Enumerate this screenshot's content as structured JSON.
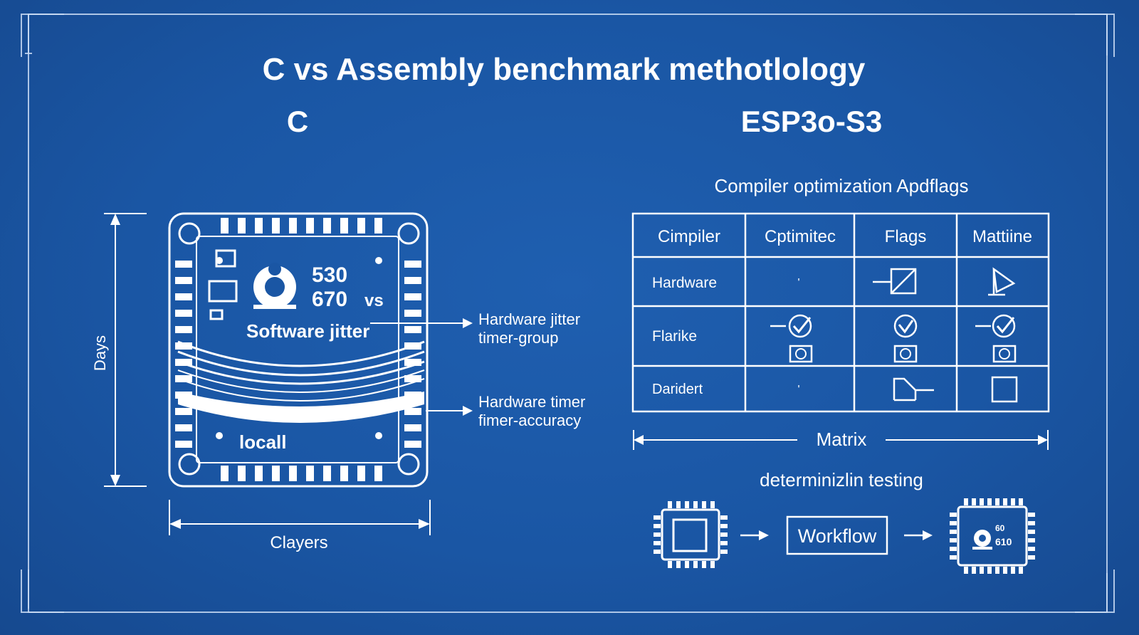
{
  "title": "C vs Assembly benchmark methotlology",
  "left_heading": "C",
  "right_heading": "ESP3o-S3",
  "board": {
    "chip_line1": "530",
    "chip_line2": "670",
    "chip_vs": "vs",
    "software_label": "Software jitter",
    "bottom_label": "locall",
    "dim_vertical": "Days",
    "dim_horizontal": "Clayers"
  },
  "callouts": [
    {
      "line1": "Hardware jitter",
      "line2": "timer-group"
    },
    {
      "line1": "Hardware timer",
      "line2": "fimer-accuracy"
    }
  ],
  "table": {
    "caption": "Compiler optimization Apdflags",
    "headers": [
      "Cimpiler",
      "Cptimitec",
      "Flags",
      "Mattiine"
    ],
    "rows": [
      {
        "label": "Hardware",
        "cells": [
          "'",
          "box-diagonal-icon",
          "triangle-flag-icon"
        ]
      },
      {
        "label": "Flarike",
        "cells": [
          "check-dash-icon",
          "check-icon",
          "check-dash-icon"
        ]
      },
      {
        "label": "Daridert",
        "cells": [
          "'",
          "step-box-icon",
          "empty-square-icon"
        ]
      }
    ],
    "dimension_label": "Matrix"
  },
  "workflow": {
    "caption": "determinizlin testing",
    "box_label": "Workflow",
    "chip_line1": "60",
    "chip_line2": "610"
  }
}
